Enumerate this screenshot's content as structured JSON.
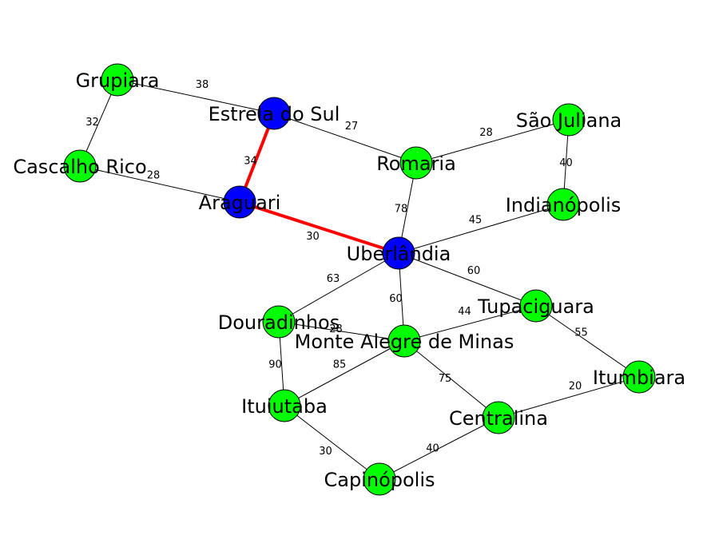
{
  "graph": {
    "colors": {
      "path_node": "#0000ff",
      "other_node": "#00ff00",
      "path_edge": "#ff0000",
      "edge": "#000000"
    },
    "nodes": [
      {
        "id": "grupiara",
        "name": "Grupiara",
        "on_path": false
      },
      {
        "id": "estrela",
        "name": "Estrela do Sul",
        "on_path": true
      },
      {
        "id": "cascalho",
        "name": "Cascalho Rico",
        "on_path": false
      },
      {
        "id": "araguari",
        "name": "Araguari",
        "on_path": true
      },
      {
        "id": "romaria",
        "name": "Romaria",
        "on_path": false
      },
      {
        "id": "saojuliana",
        "name": "São Juliana",
        "on_path": false
      },
      {
        "id": "indianopolis",
        "name": "Indianópolis",
        "on_path": false
      },
      {
        "id": "uberlandia",
        "name": "Uberlândia",
        "on_path": true
      },
      {
        "id": "douradinhos",
        "name": "Douradinhos",
        "on_path": false
      },
      {
        "id": "montealegre",
        "name": "Monte Alegre de Minas",
        "on_path": false
      },
      {
        "id": "tupaciguara",
        "name": "Tupaciguara",
        "on_path": false
      },
      {
        "id": "itumbiara",
        "name": "Itumbiara",
        "on_path": false
      },
      {
        "id": "ituiutaba",
        "name": "Ituiutaba",
        "on_path": false
      },
      {
        "id": "centralina",
        "name": "Centralina",
        "on_path": false
      },
      {
        "id": "capinopolis",
        "name": "Capinópolis",
        "on_path": false
      }
    ],
    "edges": [
      {
        "from": "grupiara",
        "to": "estrela",
        "weight": "38",
        "on_path": false
      },
      {
        "from": "grupiara",
        "to": "cascalho",
        "weight": "32",
        "on_path": false
      },
      {
        "from": "cascalho",
        "to": "araguari",
        "weight": "28",
        "on_path": false
      },
      {
        "from": "estrela",
        "to": "araguari",
        "weight": "34",
        "on_path": true
      },
      {
        "from": "estrela",
        "to": "romaria",
        "weight": "27",
        "on_path": false
      },
      {
        "from": "romaria",
        "to": "saojuliana",
        "weight": "28",
        "on_path": false
      },
      {
        "from": "saojuliana",
        "to": "indianopolis",
        "weight": "40",
        "on_path": false
      },
      {
        "from": "romaria",
        "to": "uberlandia",
        "weight": "78",
        "on_path": false
      },
      {
        "from": "araguari",
        "to": "uberlandia",
        "weight": "30",
        "on_path": true
      },
      {
        "from": "uberlandia",
        "to": "indianopolis",
        "weight": "45",
        "on_path": false
      },
      {
        "from": "uberlandia",
        "to": "tupaciguara",
        "weight": "60",
        "on_path": false
      },
      {
        "from": "uberlandia",
        "to": "douradinhos",
        "weight": "63",
        "on_path": false
      },
      {
        "from": "uberlandia",
        "to": "montealegre",
        "weight": "60",
        "on_path": false
      },
      {
        "from": "douradinhos",
        "to": "montealegre",
        "weight": "28",
        "on_path": false
      },
      {
        "from": "montealegre",
        "to": "tupaciguara",
        "weight": "44",
        "on_path": false
      },
      {
        "from": "tupaciguara",
        "to": "itumbiara",
        "weight": "55",
        "on_path": false
      },
      {
        "from": "douradinhos",
        "to": "ituiutaba",
        "weight": "90",
        "on_path": false
      },
      {
        "from": "montealegre",
        "to": "ituiutaba",
        "weight": "85",
        "on_path": false
      },
      {
        "from": "montealegre",
        "to": "centralina",
        "weight": "75",
        "on_path": false
      },
      {
        "from": "itumbiara",
        "to": "centralina",
        "weight": "20",
        "on_path": false
      },
      {
        "from": "ituiutaba",
        "to": "capinopolis",
        "weight": "30",
        "on_path": false
      },
      {
        "from": "centralina",
        "to": "capinopolis",
        "weight": "40",
        "on_path": false
      }
    ]
  }
}
